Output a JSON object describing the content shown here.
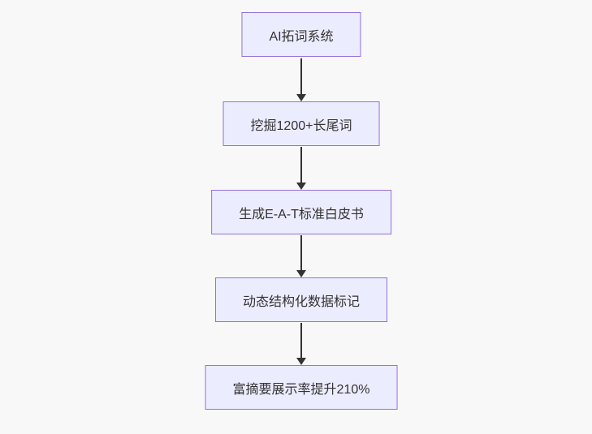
{
  "diagram": {
    "type": "flowchart",
    "direction": "top-down",
    "nodes": [
      {
        "id": "n1",
        "label": "AI拓词系统"
      },
      {
        "id": "n2",
        "label": "挖掘1200+长尾词"
      },
      {
        "id": "n3",
        "label": "生成E-A-T标准白皮书"
      },
      {
        "id": "n4",
        "label": "动态结构化数据标记"
      },
      {
        "id": "n5",
        "label": "富摘要展示率提升210%"
      }
    ],
    "edges": [
      {
        "from": "n1",
        "to": "n2",
        "style": "arrow-down"
      },
      {
        "from": "n2",
        "to": "n3",
        "style": "arrow-down"
      },
      {
        "from": "n3",
        "to": "n4",
        "style": "arrow-down"
      },
      {
        "from": "n4",
        "to": "n5",
        "style": "arrow-down"
      }
    ],
    "colors": {
      "node_fill": "#ECECFF",
      "node_border": "#9370DB",
      "arrow": "#333333",
      "text": "#333333",
      "background": "#f8f8f8"
    }
  }
}
